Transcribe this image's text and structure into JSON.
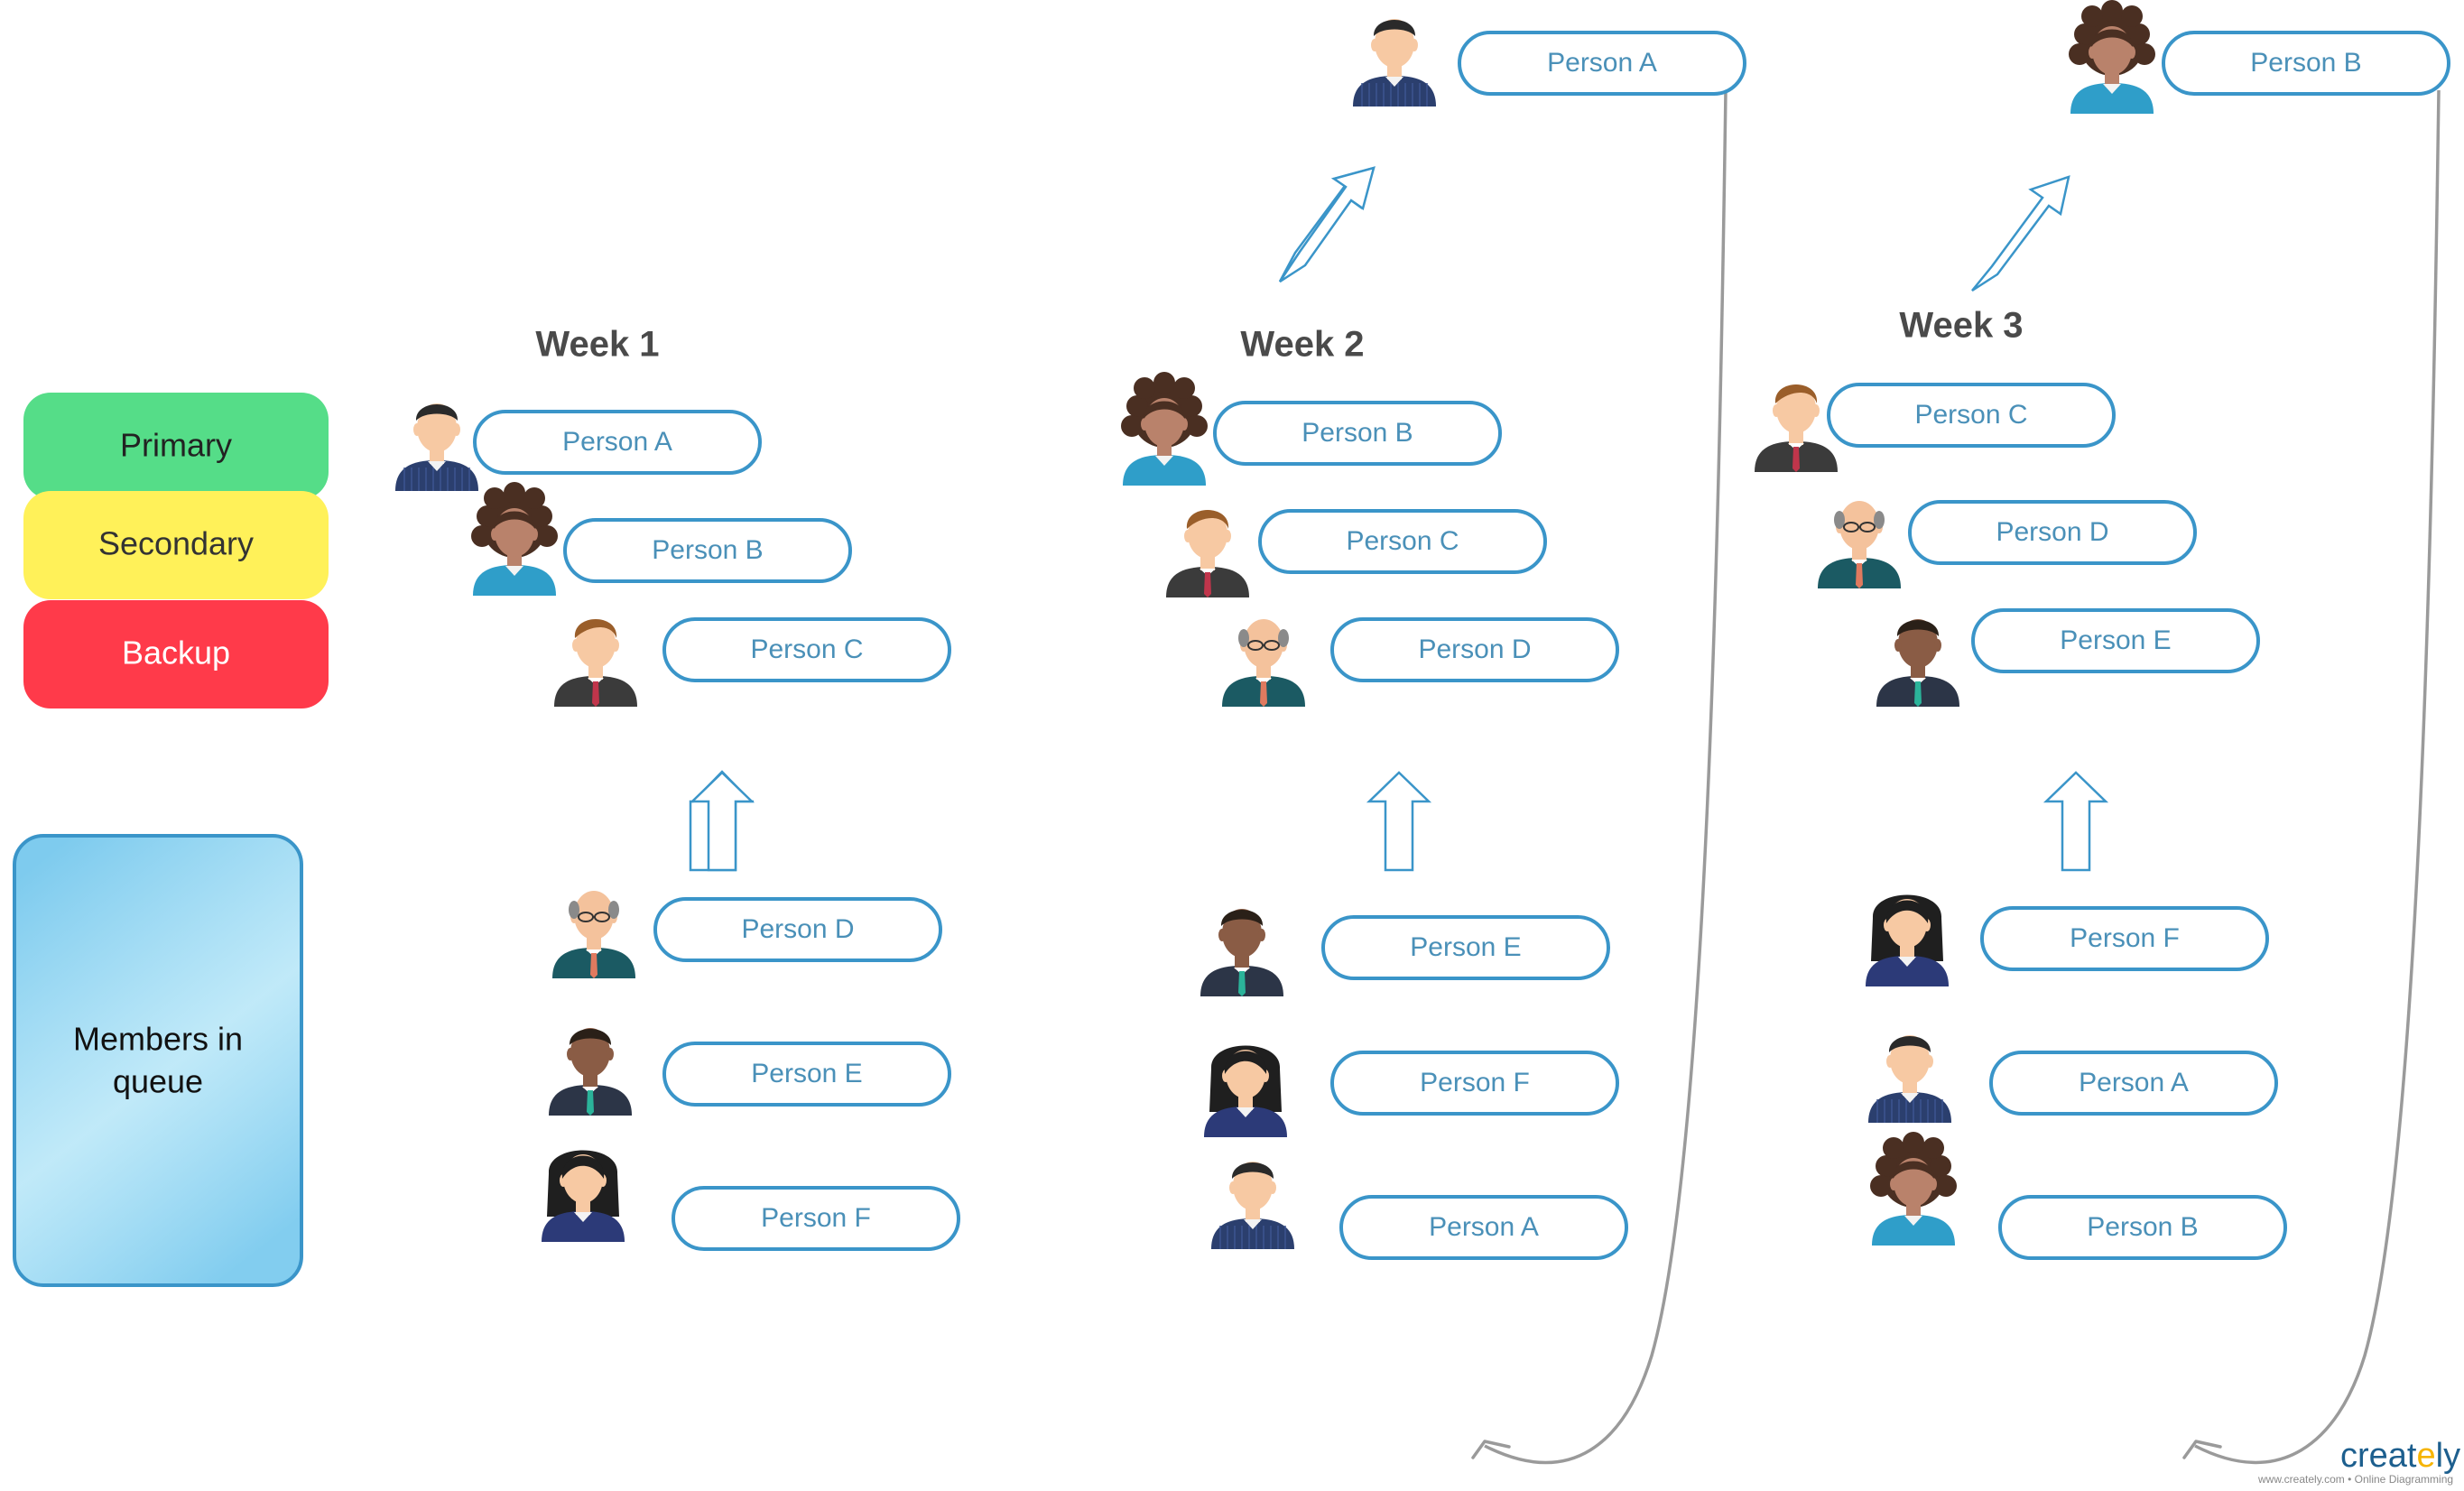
{
  "legend": {
    "items": [
      {
        "label": "Primary",
        "color": "#55dd88",
        "text_color": "#222222"
      },
      {
        "label": "Secondary",
        "color": "#fff159",
        "text_color": "#333333"
      },
      {
        "label": "Backup",
        "color": "#ff3a4a",
        "text_color": "#ffffff"
      }
    ],
    "queue_label_line1": "Members in",
    "queue_label_line2": "queue"
  },
  "weeks": [
    {
      "title": "Week 1",
      "on_call": [
        "Person A",
        "Person B",
        "Person C"
      ],
      "queue": [
        "Person D",
        "Person E",
        "Person F"
      ]
    },
    {
      "title": "Week 2",
      "off_rotation": "Person A",
      "on_call": [
        "Person B",
        "Person C",
        "Person D"
      ],
      "queue": [
        "Person E",
        "Person F",
        "Person A"
      ]
    },
    {
      "title": "Week 3",
      "off_rotation": "Person B",
      "on_call": [
        "Person C",
        "Person D",
        "Person E"
      ],
      "queue": [
        "Person F",
        "Person A",
        "Person B"
      ]
    }
  ],
  "branding": {
    "logo_prefix": "creat",
    "logo_suffix": "ly",
    "tagline": "www.creately.com • Online Diagramming"
  },
  "colors": {
    "pill_stroke": "#3a95c9",
    "pill_text": "#4a90b8",
    "title_text": "#4a4a4a",
    "queue_fill": "#8fd3f2",
    "queue_stroke": "#3a95c9",
    "connector": "#9a9a9a",
    "logo_blue": "#1d5f8e",
    "logo_yellow": "#f6b400"
  },
  "icons": {
    "Person A": "man-navy-suit-avatar-icon",
    "Person B": "woman-curly-teal-avatar-icon",
    "Person C": "man-brown-hair-red-tie-avatar-icon",
    "Person D": "bald-man-glasses-avatar-icon",
    "Person E": "dark-skin-man-suit-avatar-icon",
    "Person F": "woman-black-hair-blazer-avatar-icon"
  }
}
